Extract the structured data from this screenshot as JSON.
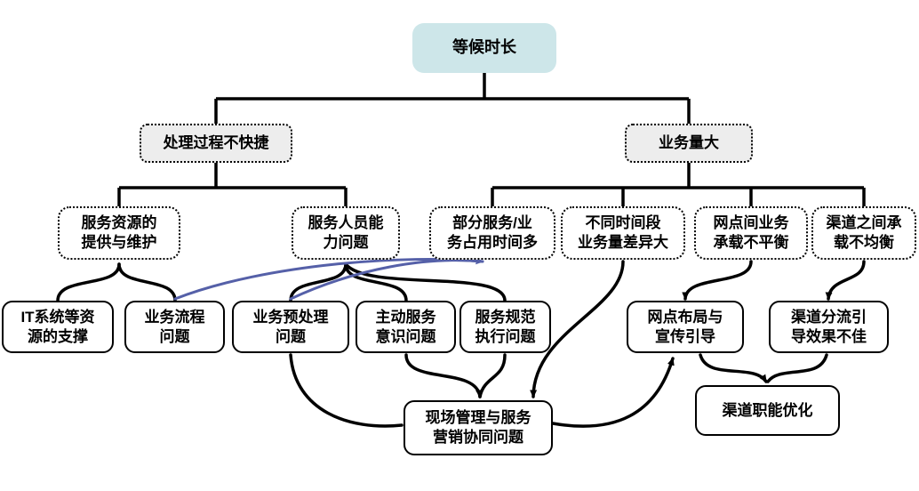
{
  "nodes": [
    {
      "id": "root",
      "label": "等候时长"
    },
    {
      "id": "n1",
      "label": "处理过程不快捷"
    },
    {
      "id": "n2",
      "label": "业务量大"
    },
    {
      "id": "n3",
      "label": "服务资源的\n提供与维护"
    },
    {
      "id": "n4",
      "label": "服务人员能\n力问题"
    },
    {
      "id": "n5",
      "label": "部分服务/业\n务占用时间多"
    },
    {
      "id": "n6",
      "label": "不同时间段\n业务量差异大"
    },
    {
      "id": "n7",
      "label": "网点间业务\n承载不平衡"
    },
    {
      "id": "n8",
      "label": "渠道之间承\n载不均衡"
    },
    {
      "id": "n9",
      "label": "IT系统等资\n源的支撑"
    },
    {
      "id": "n10",
      "label": "业务流程\n问题"
    },
    {
      "id": "n11",
      "label": "业务预处理\n问题"
    },
    {
      "id": "n12",
      "label": "主动服务\n意识问题"
    },
    {
      "id": "n13",
      "label": "服务规范\n执行问题"
    },
    {
      "id": "n14",
      "label": "网点布局与\n宣传引导"
    },
    {
      "id": "n15",
      "label": "渠道分流引\n导效果不佳"
    },
    {
      "id": "n16",
      "label": "现场管理与服务\n营销协同问题"
    },
    {
      "id": "n17",
      "label": "渠道职能优化"
    }
  ],
  "edges": {
    "tree": [
      {
        "from": "root",
        "to": "n1"
      },
      {
        "from": "root",
        "to": "n2"
      },
      {
        "from": "n1",
        "to": "n3"
      },
      {
        "from": "n1",
        "to": "n4"
      },
      {
        "from": "n2",
        "to": "n5"
      },
      {
        "from": "n2",
        "to": "n6"
      },
      {
        "from": "n2",
        "to": "n7"
      },
      {
        "from": "n2",
        "to": "n8"
      }
    ],
    "curves": [
      {
        "from": "n9",
        "to": "n3",
        "color": "#000000"
      },
      {
        "from": "n10",
        "to": "n3",
        "color": "#000000"
      },
      {
        "from": "n11",
        "to": "n4",
        "color": "#000000"
      },
      {
        "from": "n12",
        "to": "n4",
        "color": "#000000"
      },
      {
        "from": "n13",
        "to": "n4",
        "color": "#000000"
      },
      {
        "from": "n10",
        "to": "n5",
        "color": "#5560a8"
      },
      {
        "from": "n11",
        "to": "n5",
        "color": "#5560a8"
      },
      {
        "from": "n6",
        "to": "n16",
        "color": "#000000"
      },
      {
        "from": "n11",
        "to": "n16",
        "color": "#000000"
      },
      {
        "from": "n12",
        "to": "n16",
        "color": "#000000"
      },
      {
        "from": "n13",
        "to": "n16",
        "color": "#000000"
      },
      {
        "from": "n16",
        "to": "n14",
        "color": "#000000"
      },
      {
        "from": "n14",
        "to": "n17",
        "color": "#000000"
      },
      {
        "from": "n15",
        "to": "n17",
        "color": "#000000"
      },
      {
        "from": "n7",
        "to": "n14",
        "color": "#000000"
      },
      {
        "from": "n8",
        "to": "n15",
        "color": "#000000"
      }
    ]
  },
  "colors": {
    "root_fill": "#cde6e9",
    "branch_fill": "#ededed",
    "node_border": "#000000",
    "link": "#000000",
    "cross_link": "#5560a8",
    "background": "#ffffff"
  }
}
